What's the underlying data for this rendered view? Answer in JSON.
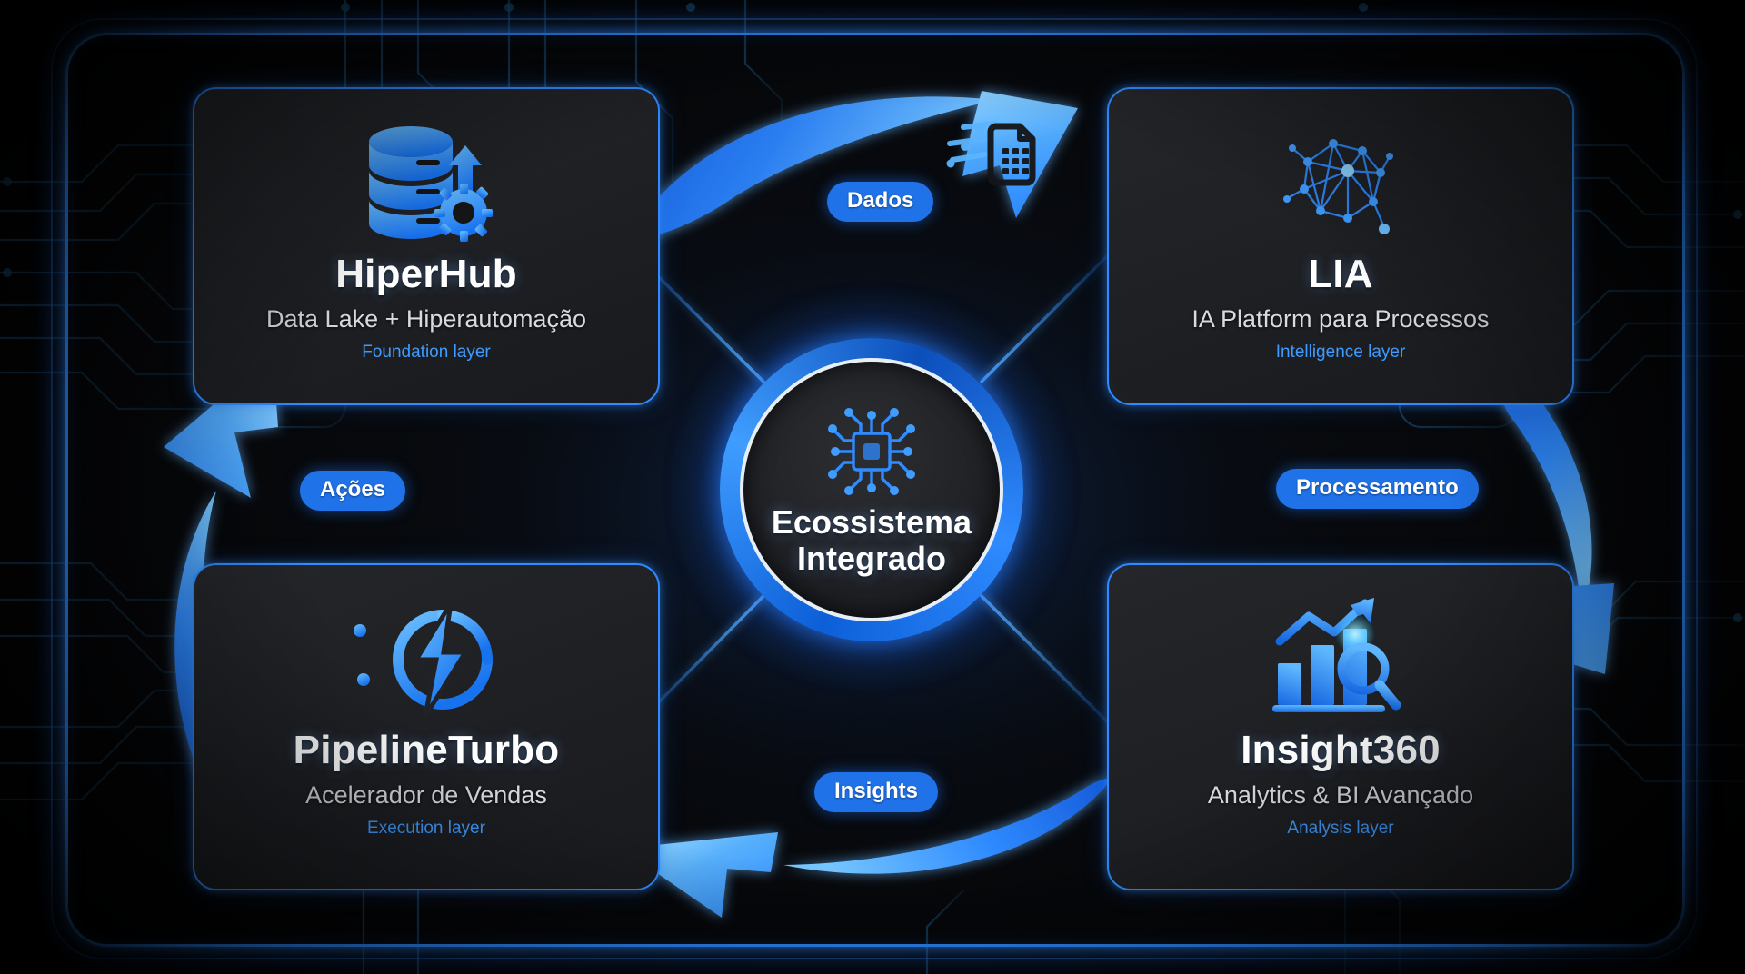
{
  "hub": {
    "title_line1": "Ecossistema",
    "title_line2": "Integrado",
    "icon": "cpu-chip-icon"
  },
  "cards": [
    {
      "id": "hiperhub",
      "title": "HiperHub",
      "subtitle": "Data Lake + Hiperautomação",
      "layer": "Foundation layer",
      "icon": "database-gear-icon",
      "position": "top-left"
    },
    {
      "id": "lia",
      "title": "LIA",
      "subtitle": "IA Platform para Processos",
      "layer": "Intelligence layer",
      "icon": "neural-network-brain-icon",
      "position": "top-right"
    },
    {
      "id": "pipelineturbo",
      "title": "PipelineTurbo",
      "subtitle": "Acelerador de Vendas",
      "layer": "Execution layer",
      "icon": "lightning-bolt-speed-icon",
      "position": "bottom-left"
    },
    {
      "id": "insight360",
      "title": "Insight360",
      "subtitle": "Analytics & BI Avançado",
      "layer": "Analysis layer",
      "icon": "bar-chart-magnifier-icon",
      "position": "bottom-right"
    }
  ],
  "flows": [
    {
      "id": "dados",
      "label": "Dados",
      "from": "HiperHub",
      "to": "LIA",
      "icon": "data-document-icon"
    },
    {
      "id": "processamento",
      "label": "Processamento",
      "from": "LIA",
      "to": "Insight360"
    },
    {
      "id": "insights",
      "label": "Insights",
      "from": "Insight360",
      "to": "PipelineTurbo"
    },
    {
      "id": "acoes",
      "label": "Ações",
      "from": "PipelineTurbo",
      "to": "HiperHub"
    }
  ],
  "colors": {
    "accent": "#2f8bff",
    "arrow_dark": "#1565e0",
    "arrow_light": "#6cc4ff",
    "pill_bg": "#1f72e8",
    "layer_text": "#3e9bff",
    "card_bg": "#202226",
    "background": "#050608",
    "title_text": "#ffffff",
    "subtitle_text": "#d7dade"
  }
}
